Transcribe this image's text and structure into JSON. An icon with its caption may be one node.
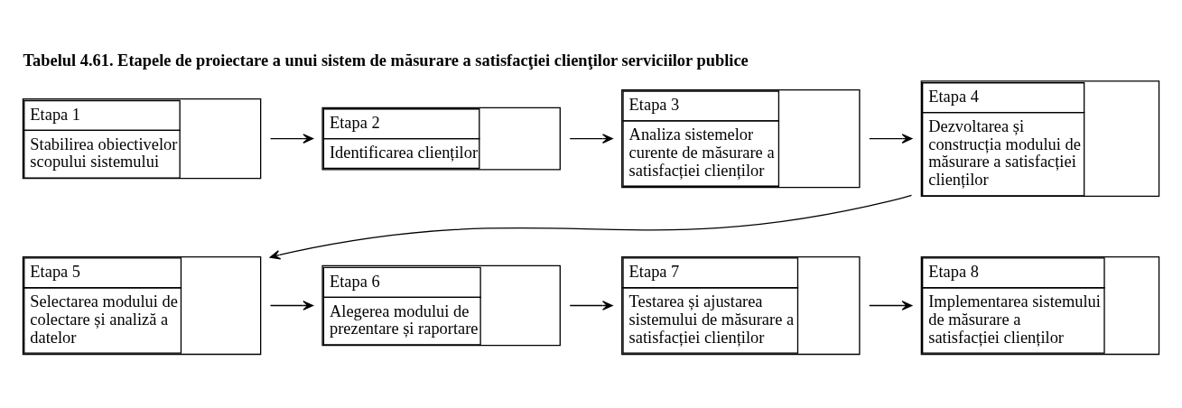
{
  "diagram": {
    "title": "Tabelul 4.61. Etapele de proiectare a unui sistem de măsurare a satisfacţiei clienţilor serviciilor publice",
    "nodes": [
      {
        "text": [
          "Etapa 1",
          "Stabilirea obiectivelor scopului sistemului"
        ]
      },
      {
        "text": [
          "Etapa 2",
          "Identificarea clienților"
        ]
      },
      {
        "text": [
          "Etapa 3",
          "Analiza sistemelor curente de măsurare a satisfacției clienților"
        ]
      },
      {
        "text": [
          "Etapa 4",
          "Dezvoltarea și construcția modului de măsurare a satisfacției clienților"
        ]
      },
      {
        "text": [
          "Etapa 5",
          "Selectarea modului de colectare și analiză a datelor"
        ]
      },
      {
        "text": [
          "Etapa 6",
          "Alegerea modului de prezentare și raportare"
        ]
      },
      {
        "text": [
          "Etapa 7",
          "Testarea și ajustarea sistemului de măsurare a satisfacției clienților"
        ]
      },
      {
        "text": [
          "Etapa 8",
          "Implementarea sistemului de măsurare a satisfacției clienților"
        ]
      }
    ],
    "edges": [
      {
        "from": 0,
        "to": 1,
        "arrow": "to"
      },
      {
        "from": 1,
        "to": 2,
        "arrow": "to"
      },
      {
        "from": 2,
        "to": 3,
        "arrow": "to"
      },
      {
        "from": 3,
        "to": 4,
        "arrow": "to"
      },
      {
        "from": 4,
        "to": 5,
        "arrow": "to"
      },
      {
        "from": 5,
        "to": 6,
        "arrow": "to"
      },
      {
        "from": 6,
        "to": 7,
        "arrow": "to"
      }
    ]
  }
}
